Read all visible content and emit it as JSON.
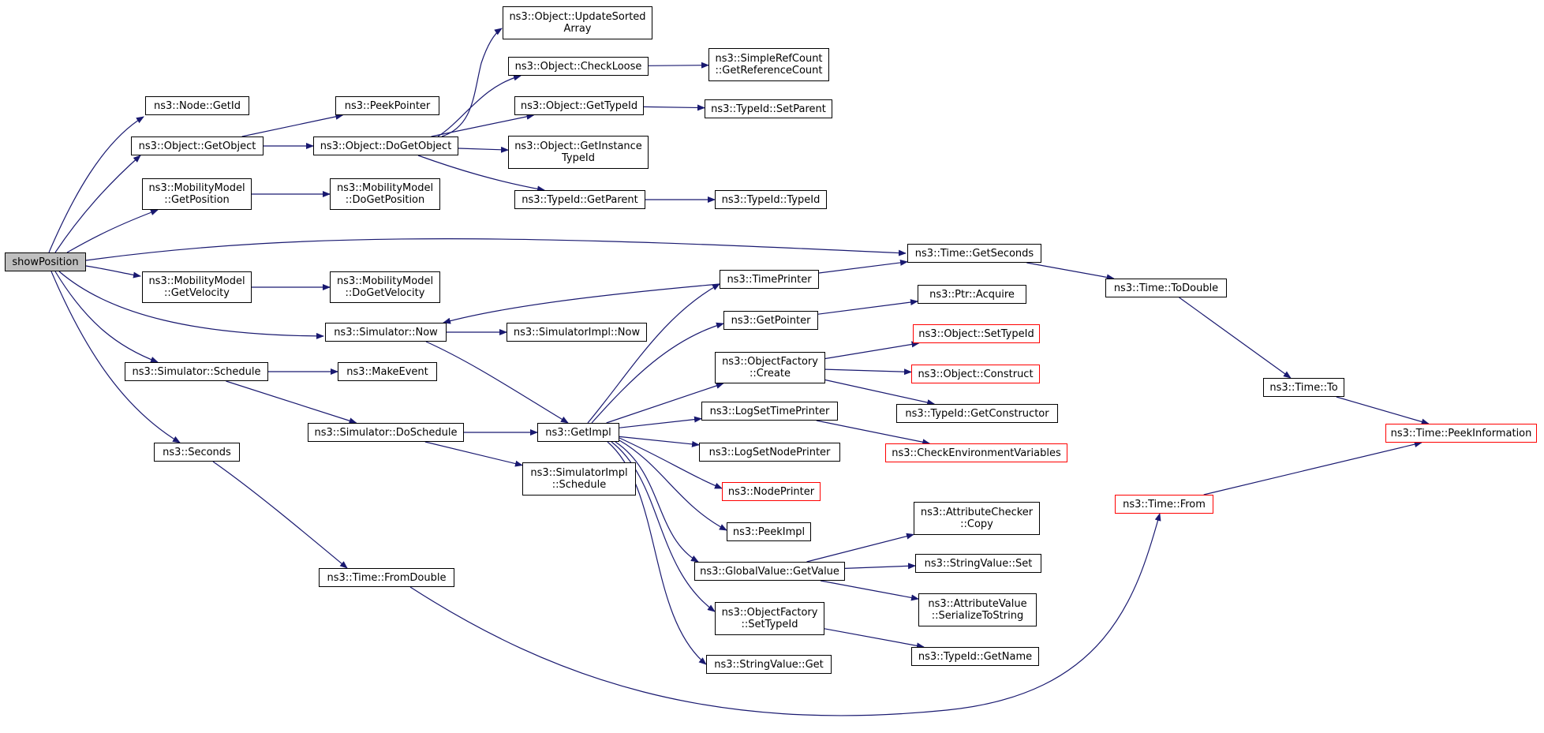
{
  "diagram": {
    "nodes": [
      {
        "id": "showPosition",
        "label": "showPosition",
        "style": "root"
      },
      {
        "id": "nodeGetId",
        "label": "ns3::Node::GetId"
      },
      {
        "id": "objGetObject",
        "label": "ns3::Object::GetObject"
      },
      {
        "id": "peekPointer",
        "label": "ns3::PeekPointer"
      },
      {
        "id": "objDoGetObject",
        "label": "ns3::Object::DoGetObject"
      },
      {
        "id": "updateSorted",
        "label": "ns3::Object::UpdateSorted\nArray"
      },
      {
        "id": "checkLoose",
        "label": "ns3::Object::CheckLoose"
      },
      {
        "id": "getRefCount",
        "label": "ns3::SimpleRefCount\n::GetReferenceCount"
      },
      {
        "id": "objGetTypeId",
        "label": "ns3::Object::GetTypeId"
      },
      {
        "id": "typeIdSetParent",
        "label": "ns3::TypeId::SetParent"
      },
      {
        "id": "objGetInstanceTypeId",
        "label": "ns3::Object::GetInstance\nTypeId"
      },
      {
        "id": "typeIdGetParent",
        "label": "ns3::TypeId::GetParent"
      },
      {
        "id": "typeIdTypeId",
        "label": "ns3::TypeId::TypeId"
      },
      {
        "id": "mmGetPosition",
        "label": "ns3::MobilityModel\n::GetPosition"
      },
      {
        "id": "mmDoGetPosition",
        "label": "ns3::MobilityModel\n::DoGetPosition"
      },
      {
        "id": "timeGetSeconds",
        "label": "ns3::Time::GetSeconds"
      },
      {
        "id": "timeToDouble",
        "label": "ns3::Time::ToDouble"
      },
      {
        "id": "timeTo",
        "label": "ns3::Time::To"
      },
      {
        "id": "timePeekInfo",
        "label": "ns3::Time::PeekInformation",
        "style": "red"
      },
      {
        "id": "timeFrom",
        "label": "ns3::Time::From",
        "style": "red"
      },
      {
        "id": "mmGetVelocity",
        "label": "ns3::MobilityModel\n::GetVelocity"
      },
      {
        "id": "mmDoGetVelocity",
        "label": "ns3::MobilityModel\n::DoGetVelocity"
      },
      {
        "id": "timePrinter",
        "label": "ns3::TimePrinter"
      },
      {
        "id": "ptrAcquire",
        "label": "ns3::Ptr::Acquire"
      },
      {
        "id": "getPointer",
        "label": "ns3::GetPointer"
      },
      {
        "id": "simNow",
        "label": "ns3::Simulator::Now"
      },
      {
        "id": "simImplNow",
        "label": "ns3::SimulatorImpl::Now"
      },
      {
        "id": "objFactoryCreate",
        "label": "ns3::ObjectFactory\n::Create"
      },
      {
        "id": "objSetTypeId",
        "label": "ns3::Object::SetTypeId",
        "style": "red"
      },
      {
        "id": "objConstruct",
        "label": "ns3::Object::Construct",
        "style": "red"
      },
      {
        "id": "simSchedule",
        "label": "ns3::Simulator::Schedule"
      },
      {
        "id": "makeEvent",
        "label": "ns3::MakeEvent"
      },
      {
        "id": "typeIdGetConstructor",
        "label": "ns3::TypeId::GetConstructor"
      },
      {
        "id": "logSetTimePrinter",
        "label": "ns3::LogSetTimePrinter"
      },
      {
        "id": "simDoSchedule",
        "label": "ns3::Simulator::DoSchedule"
      },
      {
        "id": "getImpl",
        "label": "ns3::GetImpl"
      },
      {
        "id": "checkEnvVars",
        "label": "ns3::CheckEnvironmentVariables",
        "style": "red"
      },
      {
        "id": "seconds",
        "label": "ns3::Seconds"
      },
      {
        "id": "logSetNodePrinter",
        "label": "ns3::LogSetNodePrinter"
      },
      {
        "id": "simImplSchedule",
        "label": "ns3::SimulatorImpl\n::Schedule"
      },
      {
        "id": "nodePrinter",
        "label": "ns3::NodePrinter",
        "style": "red"
      },
      {
        "id": "peekImpl",
        "label": "ns3::PeekImpl"
      },
      {
        "id": "attrCheckerCopy",
        "label": "ns3::AttributeChecker\n::Copy"
      },
      {
        "id": "gvGetValue",
        "label": "ns3::GlobalValue::GetValue"
      },
      {
        "id": "stringValueSet",
        "label": "ns3::StringValue::Set"
      },
      {
        "id": "timeFromDouble",
        "label": "ns3::Time::FromDouble"
      },
      {
        "id": "objFactorySetTypeId",
        "label": "ns3::ObjectFactory\n::SetTypeId"
      },
      {
        "id": "attrValueSerialize",
        "label": "ns3::AttributeValue\n::SerializeToString"
      },
      {
        "id": "typeIdGetName",
        "label": "ns3::TypeId::GetName"
      },
      {
        "id": "stringValueGet",
        "label": "ns3::StringValue::Get"
      }
    ],
    "edges": [
      [
        "showPosition",
        "nodeGetId"
      ],
      [
        "showPosition",
        "objGetObject"
      ],
      [
        "showPosition",
        "mmGetPosition"
      ],
      [
        "showPosition",
        "timeGetSeconds"
      ],
      [
        "showPosition",
        "mmGetVelocity"
      ],
      [
        "showPosition",
        "simNow"
      ],
      [
        "showPosition",
        "simSchedule"
      ],
      [
        "showPosition",
        "seconds"
      ],
      [
        "objGetObject",
        "peekPointer"
      ],
      [
        "objGetObject",
        "objDoGetObject"
      ],
      [
        "objDoGetObject",
        "updateSorted"
      ],
      [
        "objDoGetObject",
        "checkLoose"
      ],
      [
        "objDoGetObject",
        "objGetTypeId"
      ],
      [
        "objDoGetObject",
        "objGetInstanceTypeId"
      ],
      [
        "objDoGetObject",
        "typeIdGetParent"
      ],
      [
        "checkLoose",
        "getRefCount"
      ],
      [
        "objGetTypeId",
        "typeIdSetParent"
      ],
      [
        "typeIdGetParent",
        "typeIdTypeId"
      ],
      [
        "mmGetPosition",
        "mmDoGetPosition"
      ],
      [
        "mmGetVelocity",
        "mmDoGetVelocity"
      ],
      [
        "timeGetSeconds",
        "timeToDouble"
      ],
      [
        "timeToDouble",
        "timeTo"
      ],
      [
        "timeTo",
        "timePeekInfo"
      ],
      [
        "timeFrom",
        "timePeekInfo"
      ],
      [
        "timePrinter",
        "timeGetSeconds"
      ],
      [
        "timePrinter",
        "simNow"
      ],
      [
        "simNow",
        "simImplNow"
      ],
      [
        "simNow",
        "getImpl"
      ],
      [
        "simSchedule",
        "makeEvent"
      ],
      [
        "simSchedule",
        "simDoSchedule"
      ],
      [
        "simDoSchedule",
        "getImpl"
      ],
      [
        "simDoSchedule",
        "simImplSchedule"
      ],
      [
        "getPointer",
        "ptrAcquire"
      ],
      [
        "objFactoryCreate",
        "objSetTypeId"
      ],
      [
        "objFactoryCreate",
        "objConstruct"
      ],
      [
        "objFactoryCreate",
        "typeIdGetConstructor"
      ],
      [
        "logSetTimePrinter",
        "checkEnvVars"
      ],
      [
        "getImpl",
        "timePrinter"
      ],
      [
        "getImpl",
        "getPointer"
      ],
      [
        "getImpl",
        "objFactoryCreate"
      ],
      [
        "getImpl",
        "logSetTimePrinter"
      ],
      [
        "getImpl",
        "logSetNodePrinter"
      ],
      [
        "getImpl",
        "nodePrinter"
      ],
      [
        "getImpl",
        "peekImpl"
      ],
      [
        "getImpl",
        "gvGetValue"
      ],
      [
        "getImpl",
        "objFactorySetTypeId"
      ],
      [
        "getImpl",
        "stringValueGet"
      ],
      [
        "gvGetValue",
        "attrCheckerCopy"
      ],
      [
        "gvGetValue",
        "stringValueSet"
      ],
      [
        "gvGetValue",
        "attrValueSerialize"
      ],
      [
        "objFactorySetTypeId",
        "typeIdGetName"
      ],
      [
        "seconds",
        "timeFromDouble"
      ],
      [
        "timeFromDouble",
        "timeFrom"
      ]
    ],
    "colors": {
      "edge": "#191970",
      "node_border": "#000000",
      "node_border_red": "#ff0000",
      "root_fill": "#bfbfbf"
    }
  }
}
